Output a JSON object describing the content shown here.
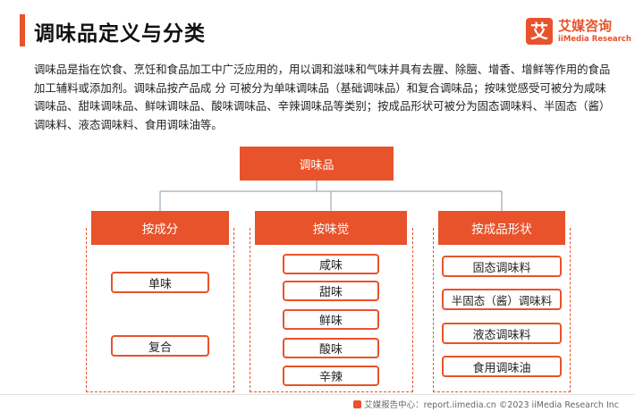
{
  "header": {
    "title": "调味品定义与分类",
    "logo": {
      "icon_char": "艾",
      "cn": "艾媒咨询",
      "en": "iiMedia Research"
    }
  },
  "intro": "调味品是指在饮食、烹饪和食品加工中广泛应用的，用以调和滋味和气味并具有去腥、除膻、增香、增鲜等作用的食品加工辅料或添加剂。调味品按产品成 分 可被分为单味调味品（基础调味品）和复合调味品；按味觉感受可被分为咸味调味品、甜味调味品、鲜味调味品、酸味调味品、辛辣调味品等类别；按成品形状可被分为固态调味料、半固态（酱）调味料、液态调味料、食用调味油等。",
  "tree": {
    "root": "调味品",
    "categories": [
      {
        "label": "按成分",
        "items": [
          "单味",
          "复合"
        ]
      },
      {
        "label": "按味觉",
        "items": [
          "咸味",
          "甜味",
          "鲜味",
          "酸味",
          "辛辣"
        ]
      },
      {
        "label": "按成品形状",
        "items": [
          "固态调味料",
          "半固态（酱）调味料",
          "液态调味料",
          "食用调味油"
        ]
      }
    ]
  },
  "footer": {
    "text": "艾媒报告中心：report.iimedia.cn  ©2023  iiMedia Research  Inc"
  },
  "colors": {
    "accent": "#e8532b",
    "connector": "#8a9aa8"
  }
}
